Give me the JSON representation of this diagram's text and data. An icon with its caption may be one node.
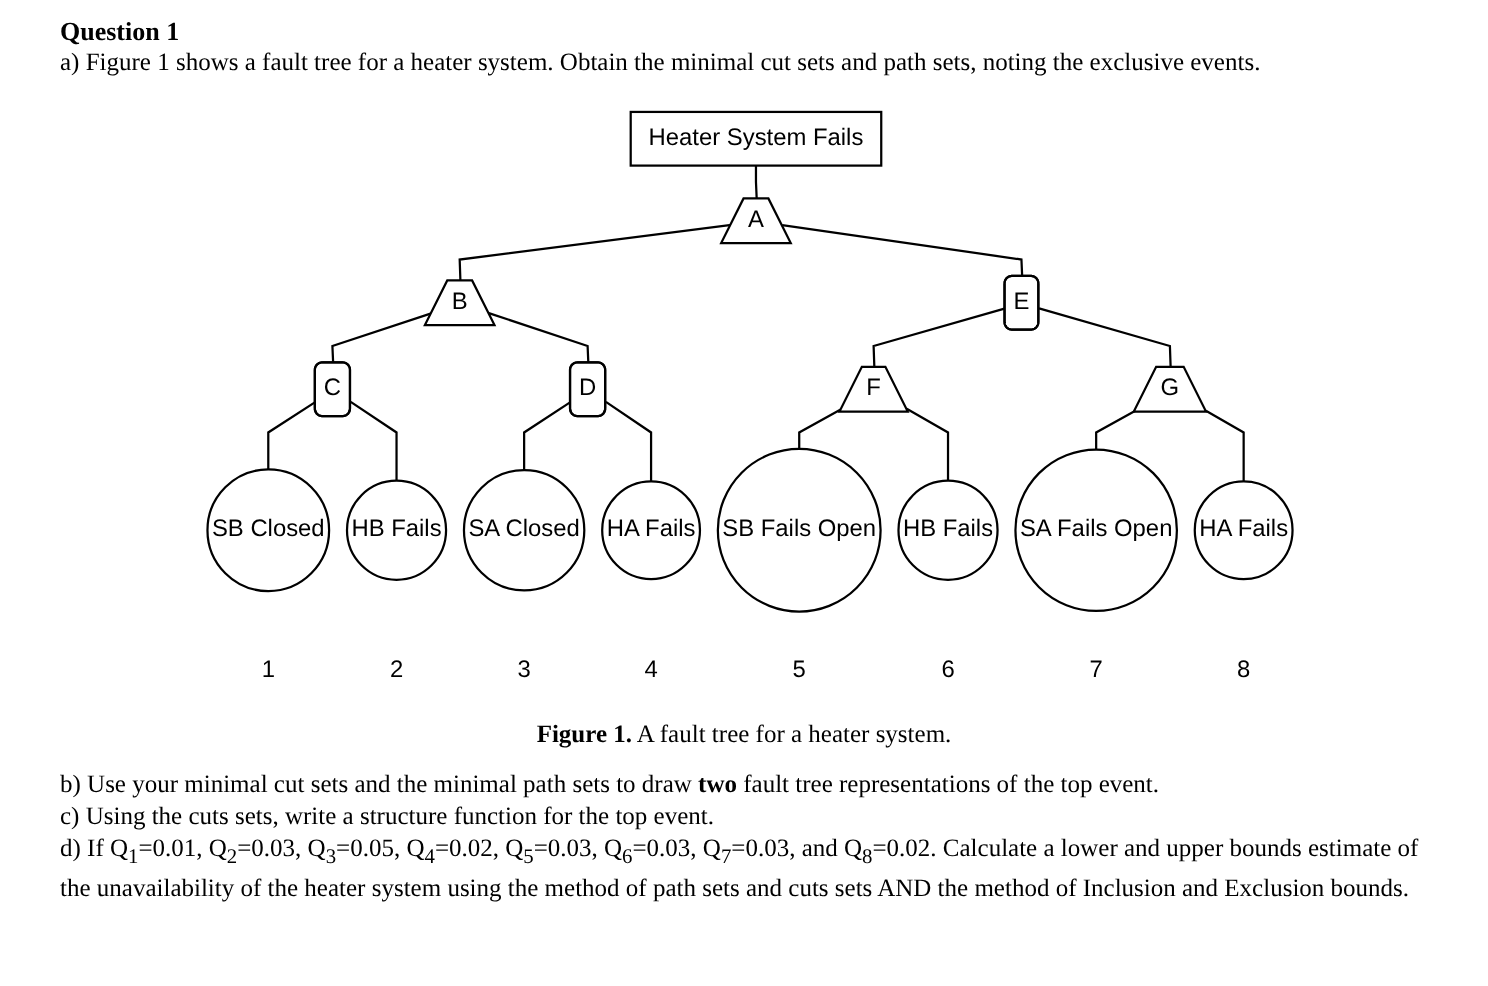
{
  "diagram": {
    "title": "Question 1",
    "caption": "**Figure 1.** A fault tree for a heater system.",
    "nodes": [
      {
        "text": [
          "Heater System Fails"
        ]
      },
      {
        "text": [
          "A"
        ]
      },
      {
        "text": [
          "B"
        ]
      },
      {
        "text": [
          "E"
        ]
      },
      {
        "text": [
          "C"
        ]
      },
      {
        "text": [
          "D"
        ]
      },
      {
        "text": [
          "F"
        ]
      },
      {
        "text": [
          "G"
        ]
      },
      {
        "text": [
          "SB Closed"
        ],
        "beside": [
          "1"
        ]
      },
      {
        "text": [
          "HB Fails"
        ],
        "beside": [
          "2"
        ]
      },
      {
        "text": [
          "SA Closed"
        ],
        "beside": [
          "3"
        ]
      },
      {
        "text": [
          "HA Fails"
        ],
        "beside": [
          "4"
        ]
      },
      {
        "text": [
          "SB Fails Open"
        ],
        "beside": [
          "5"
        ]
      },
      {
        "text": [
          "HB Fails"
        ],
        "beside": [
          "6"
        ]
      },
      {
        "text": [
          "SA Fails Open"
        ],
        "beside": [
          "7"
        ]
      },
      {
        "text": [
          "HA Fails"
        ],
        "beside": [
          "8"
        ]
      }
    ],
    "edges": [
      {
        "from": 0,
        "to": 1,
        "arrow": "none"
      },
      {
        "from": 1,
        "to": 2,
        "arrow": "none"
      },
      {
        "from": 1,
        "to": 3,
        "arrow": "none"
      },
      {
        "from": 2,
        "to": 4,
        "arrow": "none"
      },
      {
        "from": 2,
        "to": 5,
        "arrow": "none"
      },
      {
        "from": 3,
        "to": 6,
        "arrow": "none"
      },
      {
        "from": 3,
        "to": 7,
        "arrow": "none"
      },
      {
        "from": 4,
        "to": 8,
        "arrow": "none"
      },
      {
        "from": 4,
        "to": 9,
        "arrow": "none"
      },
      {
        "from": 5,
        "to": 10,
        "arrow": "none"
      },
      {
        "from": 5,
        "to": 11,
        "arrow": "none"
      },
      {
        "from": 6,
        "to": 12,
        "arrow": "none"
      },
      {
        "from": 6,
        "to": 13,
        "arrow": "none"
      },
      {
        "from": 7,
        "to": 14,
        "arrow": "none"
      },
      {
        "from": 7,
        "to": 15,
        "arrow": "none"
      }
    ],
    "labels": [
      "a) Figure 1 shows a fault tree for a heater system. Obtain the minimal cut sets and path sets, noting the exclusive events.",
      "b) Use your minimal cut sets and the minimal path sets to draw **two** fault tree representations of the top event.",
      "c) Using the cuts sets, write a structure function for the top event.",
      "d) If Q$_{1}$=0.01, Q$_{2}$=0.03, Q$_{3}$=0.05, Q$_{4}$=0.02, Q$_{5}$=0.03, Q$_{6}$=0.03, Q$_{7}$=0.03, and Q$_{8}$=0.02. Calculate a lower and upper bounds estimate of the unavailability of the heater system using the method of path sets and cuts sets AND the method of Inclusion and Exclusion bounds."
    ]
  }
}
